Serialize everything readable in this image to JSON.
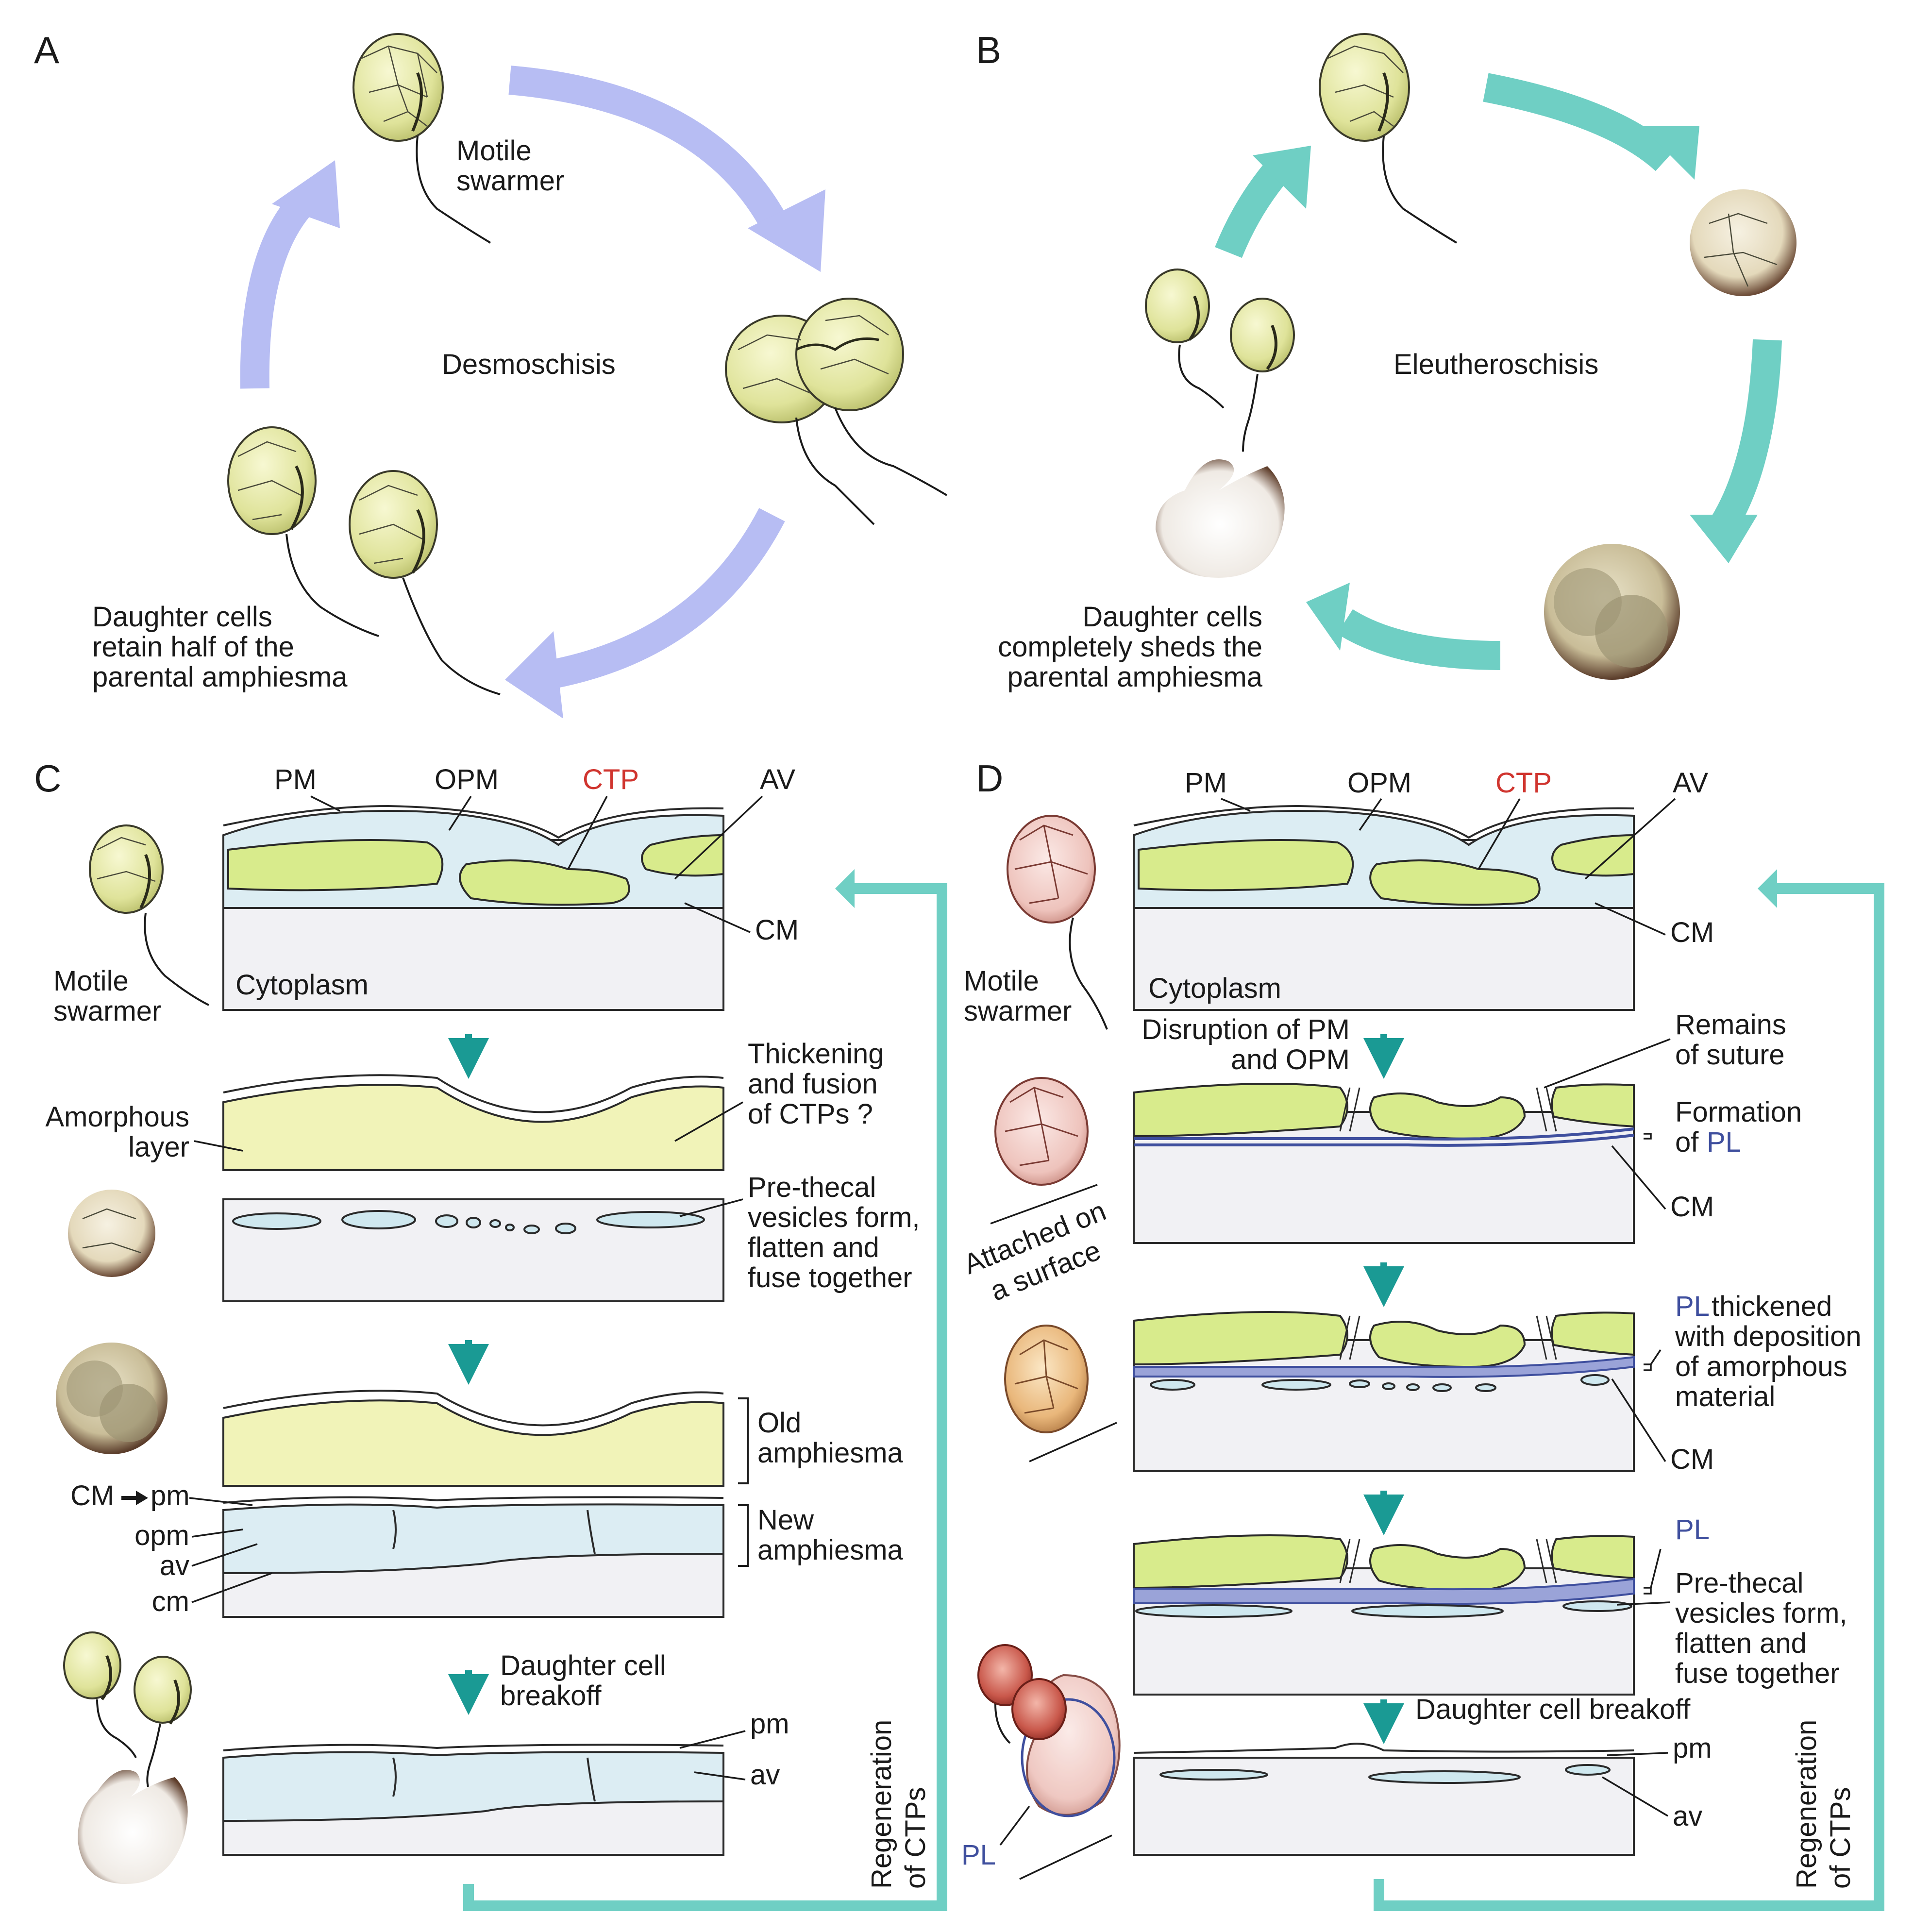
{
  "panels": {
    "a": "A",
    "b": "B",
    "c": "C",
    "d": "D"
  },
  "colors": {
    "desmo_arrow": "#b7bdf3",
    "eleuth_arrow": "#6fcfc4",
    "teal": "#1a9a94",
    "ctp_red": "#d0352f",
    "pl_blue": "#3f4f9e",
    "cell_yellow": "#e5e8a4",
    "cyst_brown": "#6b4a36",
    "plate_green": "#d8eb8c",
    "vesicle_blue": "#cfe8ef"
  },
  "panel_a": {
    "motile_line1": "Motile",
    "motile_line2": "swarmer",
    "center": "Desmoschisis",
    "daughter_line1": "Daughter cells",
    "daughter_line2": "retain half of the",
    "daughter_line3": "parental amphiesma"
  },
  "panel_b": {
    "center": "Eleutheroschisis",
    "daughter_line1": "Daughter cells",
    "daughter_line2": "completely sheds the",
    "daughter_line3": "parental amphiesma"
  },
  "panel_c": {
    "pm": "PM",
    "opm": "OPM",
    "ctp": "CTP",
    "av": "AV",
    "cm": "CM",
    "cytoplasm": "Cytoplasm",
    "motile_line1": "Motile",
    "motile_line2": "swarmer",
    "amorph_line1": "Amorphous",
    "amorph_line2": "layer",
    "thick_line1": "Thickening",
    "thick_line2": "and fusion",
    "thick_line3": "of CTPs ?",
    "prethecal_line1": "Pre-thecal",
    "prethecal_line2": "vesicles form,",
    "prethecal_line3": "flatten and",
    "prethecal_line4": "fuse together",
    "old_line1": "Old",
    "old_line2": "amphiesma",
    "new_line1": "New",
    "new_line2": "amphiesma",
    "cm_arrow": "CM",
    "pm_lower": "pm",
    "opm_lower": "opm",
    "av_lower": "av",
    "cm_lower": "cm",
    "breakoff_line1": "Daughter cell",
    "breakoff_line2": "breakoff",
    "pm_final": "pm",
    "av_final": "av",
    "regen_line1": "Regeneration",
    "regen_line2": "of CTPs"
  },
  "panel_d": {
    "pm": "PM",
    "opm": "OPM",
    "ctp": "CTP",
    "av": "AV",
    "cm": "CM",
    "cytoplasm": "Cytoplasm",
    "motile_line1": "Motile",
    "motile_line2": "swarmer",
    "disrupt_line1": "Disruption of PM",
    "disrupt_line2": "and OPM",
    "remains_line1": "Remains",
    "remains_line2": "of suture",
    "formation_line1": "Formation",
    "formation_prefix": "of",
    "formation_pl": "PL",
    "cm2": "CM",
    "attached_line1": "Attached on",
    "attached_line2": "a surface",
    "plthick_pl": "PL",
    "plthick_line1": "thickened",
    "plthick_line2": "with deposition",
    "plthick_line3": "of amorphous",
    "plthick_line4": "material",
    "cm3": "CM",
    "pl4": "PL",
    "prethecal_line1": "Pre-thecal",
    "prethecal_line2": "vesicles form,",
    "prethecal_line3": "flatten and",
    "prethecal_line4": "fuse together",
    "breakoff": "Daughter cell breakoff",
    "pm_final": "pm",
    "av_final": "av",
    "pl_cell": "PL",
    "regen_line1": "Regeneration",
    "regen_line2": "of CTPs"
  }
}
